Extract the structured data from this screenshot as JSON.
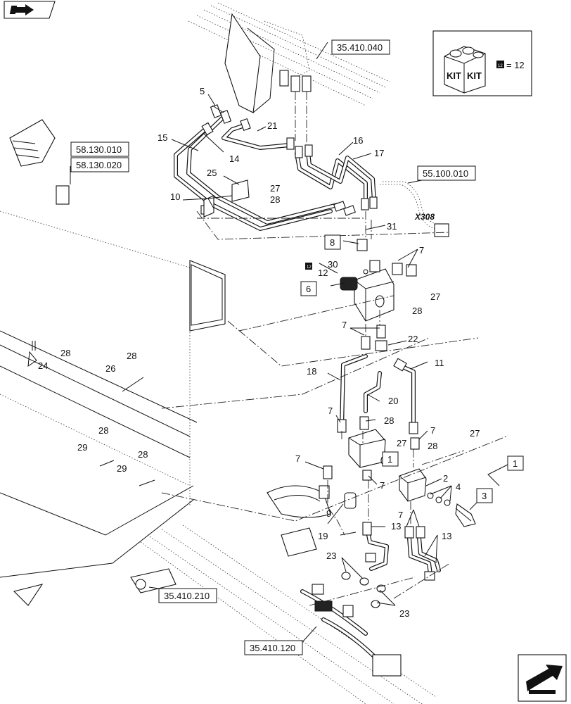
{
  "diagram": {
    "kit": {
      "label_left": "KIT",
      "label_right": "KIT",
      "equals_text": "= 12",
      "marker_text": "12"
    },
    "connector_code": "X308",
    "references": {
      "r35410040": "35.410.040",
      "r58130010": "58.130.010",
      "r58130020": "58.130.020",
      "r55100010": "55.100.010",
      "r35410210": "35.410.210",
      "r35410120": "35.410.120"
    },
    "callouts": {
      "c5": "5",
      "c15": "15",
      "c14": "14",
      "c21": "21",
      "c16": "16",
      "c17": "17",
      "c25": "25",
      "c27a": "27",
      "c10": "10",
      "c28a": "28",
      "c31": "31",
      "b8": "8",
      "c7a": "7",
      "c30": "30",
      "m12": "12",
      "b6": "6",
      "c27b": "27",
      "c28b": "28",
      "c7b": "7",
      "c22": "22",
      "c11": "11",
      "c18": "18",
      "c20": "20",
      "c28c": "28",
      "c24": "24",
      "c28d": "28",
      "c26": "26",
      "c7c": "7",
      "c28e": "28",
      "c7d": "7",
      "c27c": "27",
      "c27d": "27",
      "c28f": "28",
      "b1a": "1",
      "b1b": "1",
      "c28g": "28",
      "c29a": "29",
      "c28h": "28",
      "c7e": "7",
      "c29b": "29",
      "c7f": "7",
      "c2": "2",
      "c4": "4",
      "b3": "3",
      "c9": "9",
      "c7g": "7",
      "c13a": "13",
      "c13b": "13",
      "c19": "19",
      "c23a": "23",
      "c23b": "23"
    }
  }
}
